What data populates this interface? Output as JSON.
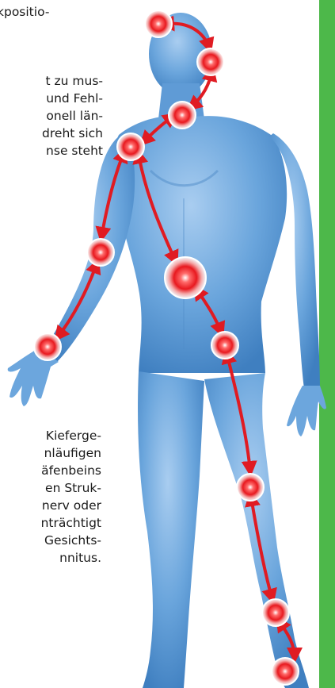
{
  "text_top": {
    "line1": "kpositio-"
  },
  "text_middle": {
    "line1": "t zu mus-",
    "line2": "und Fehl-",
    "line3": "onell län-",
    "line4": "dreht sich",
    "line5": "nse steht"
  },
  "text_bottom": {
    "line1": "Kieferge-",
    "line2": "nläufigen",
    "line3": "äfenbeins",
    "line4": "en Struk-",
    "line5": "nerv oder",
    "line6": "nträchtigt",
    "line7": "Gesichts-",
    "line8": "nnitus."
  },
  "colors": {
    "accent_green": "#4db84a",
    "body_blue": "#6aa5dc",
    "body_light": "#a9cdf0",
    "body_dark": "#3f7fc0",
    "arrow_red": "#e01b22",
    "pain_red": "#e8191f"
  },
  "icons": [
    "pain-point-icon",
    "double-arrow-icon"
  ]
}
